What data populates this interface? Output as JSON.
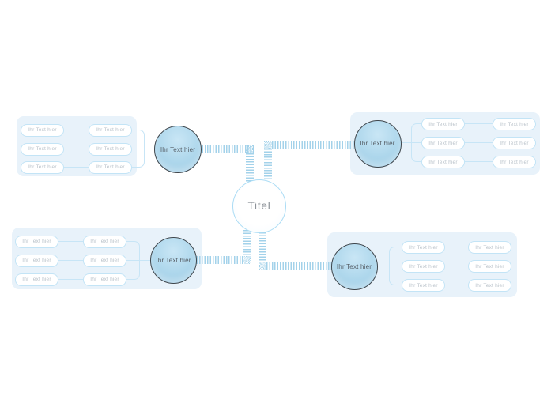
{
  "center": {
    "label": "Titel"
  },
  "branches": [
    {
      "name": "top-left",
      "label": "Ihr Text hier",
      "children_mid": [
        "Ihr Text hier",
        "Ihr Text hier",
        "Ihr Text hier"
      ],
      "children_outer": [
        "Ihr Text hier",
        "Ihr Text hier",
        "Ihr Text hier"
      ]
    },
    {
      "name": "top-right",
      "label": "Ihr Text hier",
      "children_mid": [
        "Ihr Text hier",
        "Ihr Text hier",
        "Ihr Text hier"
      ],
      "children_outer": [
        "Ihr Text hier",
        "Ihr Text hier",
        "Ihr Text hier"
      ]
    },
    {
      "name": "bottom-left",
      "label": "Ihr Text hier",
      "children_mid": [
        "Ihr Text hier",
        "Ihr Text hier",
        "Ihr Text hier"
      ],
      "children_outer": [
        "Ihr Text hier",
        "Ihr Text hier",
        "Ihr Text hier"
      ]
    },
    {
      "name": "bottom-right",
      "label": "Ihr Text hier",
      "children_mid": [
        "Ihr Text hier",
        "Ihr Text hier",
        "Ihr Text hier"
      ],
      "children_outer": [
        "Ihr Text hier",
        "Ihr Text hier",
        "Ihr Text hier"
      ]
    }
  ],
  "colors": {
    "group_bg": "#e8f2fa",
    "ribbon": "#a3d2ea",
    "connector": "#c7e5f6",
    "pill_border": "#c3e4f6",
    "pill_text": "#b8c1c9",
    "circle_border": "#3f464c",
    "circle_fill_light": "#c9e6f5",
    "circle_fill_mid": "#aed7ec",
    "circle_fill_dark": "#9bcae4",
    "circle_text": "#565e66",
    "center_border": "#abdcf5",
    "center_text": "#8c9298"
  }
}
